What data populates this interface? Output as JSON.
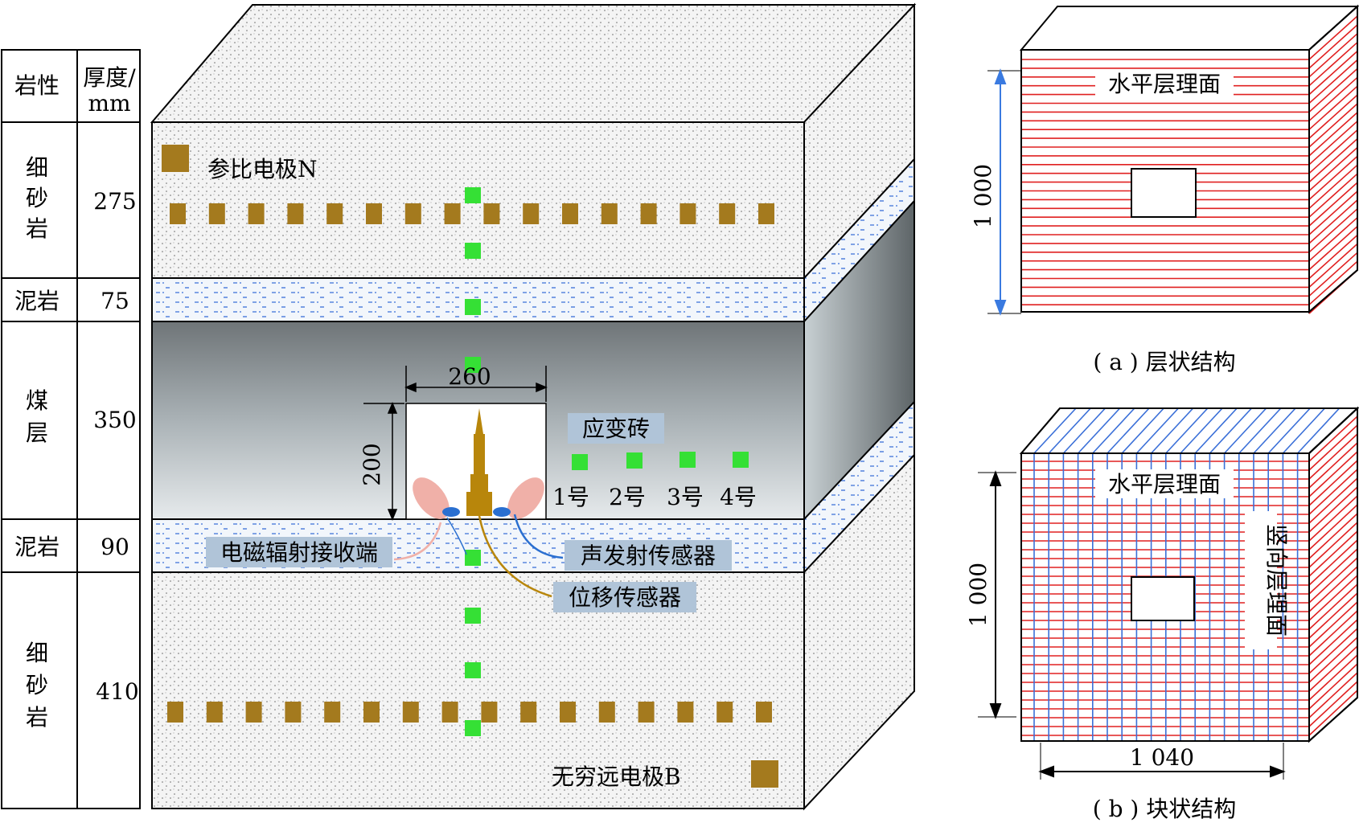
{
  "table": {
    "header_col1": "岩性",
    "header_col2_line1": "厚度/",
    "header_col2_line2": "mm",
    "rows": [
      {
        "rock": [
          "细",
          "砂",
          "岩"
        ],
        "thickness": "275"
      },
      {
        "rock": [
          "泥岩"
        ],
        "thickness": "75"
      },
      {
        "rock": [
          "煤",
          "层"
        ],
        "thickness": "350"
      },
      {
        "rock": [
          "泥岩"
        ],
        "thickness": "90"
      },
      {
        "rock": [
          "细",
          "砂",
          "岩"
        ],
        "thickness": "410"
      }
    ]
  },
  "model": {
    "ref_electrode_label": "参比电极N",
    "far_electrode_label": "无穷远电极B",
    "strain_brick_label": "应变砖",
    "strain_numbers": [
      "1号",
      "2号",
      "3号",
      "4号"
    ],
    "em_receiver_label": "电磁辐射接收端",
    "acoustic_sensor_label": "声发射传感器",
    "displacement_sensor_label": "位移传感器",
    "opening_width": "260",
    "opening_height": "200"
  },
  "panel_a": {
    "plane_label": "水平层理面",
    "height_dim": "1 000",
    "caption": "( a ) 层状结构"
  },
  "panel_b": {
    "plane_label": "水平层理面",
    "vertical_plane_label": "竖向层理面",
    "height_dim": "1 000",
    "width_dim": "1 040",
    "caption": "( b ) 块状结构"
  },
  "colors": {
    "electrode": "#a47a1e",
    "strain_brick": "#35e035",
    "bedding_red": "#e02020",
    "joint_blue": "#3a6fd8",
    "dim_blue": "#3a7ae0",
    "label_bg": "#b0c4d8"
  }
}
